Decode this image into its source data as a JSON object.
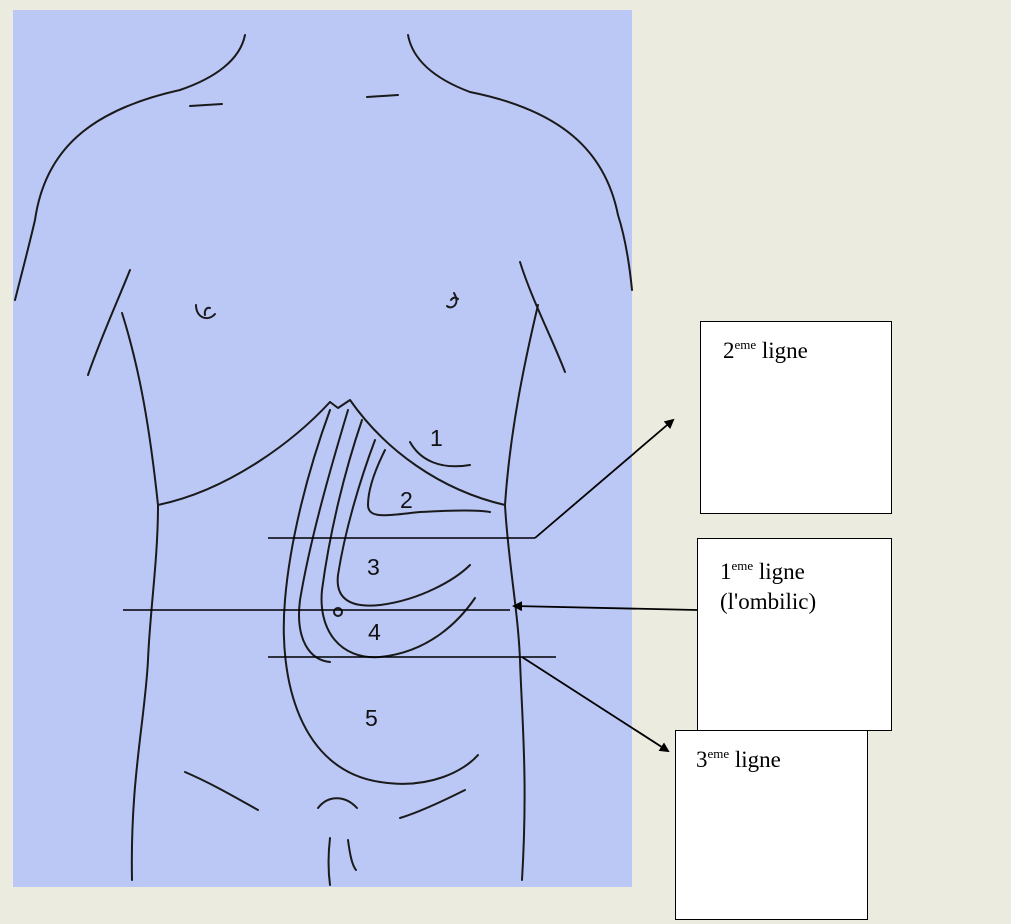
{
  "figure": {
    "panel_color": "#bbc8f6",
    "page_color": "#ecebe0",
    "zone_numbers": [
      "1",
      "2",
      "3",
      "4",
      "5"
    ]
  },
  "labels": {
    "second_line": {
      "num": "2",
      "sup": "eme",
      "text": " ligne"
    },
    "first_line": {
      "num": "1",
      "sup": "eme",
      "text": " ligne",
      "note": "(l'ombilic)"
    },
    "third_line": {
      "num": "3",
      "sup": "eme",
      "text": " ligne"
    }
  }
}
